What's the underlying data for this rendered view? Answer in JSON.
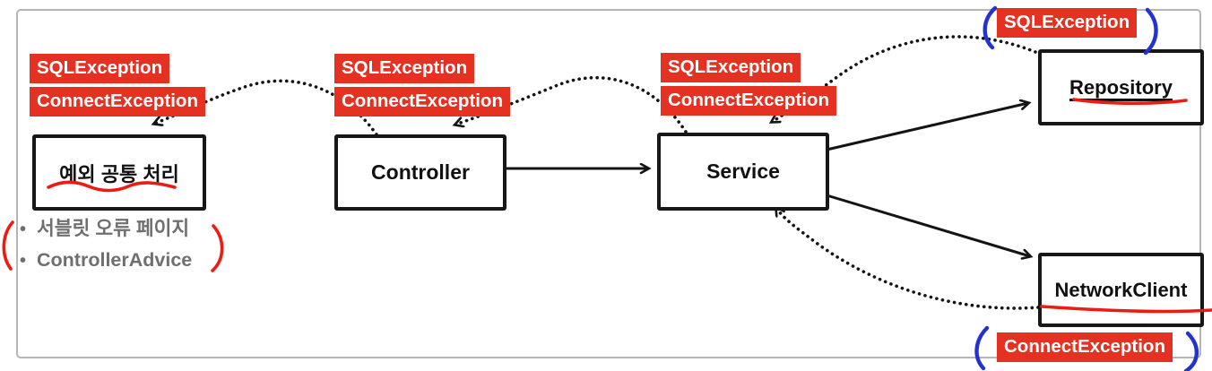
{
  "diagram": {
    "description": "Exception propagation diagram with hand-drawn annotations",
    "nodes": [
      {
        "id": "exception-common-handler",
        "label": "예외 공통 처리",
        "badges": [
          "SQLException",
          "ConnectException"
        ]
      },
      {
        "id": "controller",
        "label": "Controller",
        "badges": [
          "SQLException",
          "ConnectException"
        ]
      },
      {
        "id": "service",
        "label": "Service",
        "badges": [
          "SQLException",
          "ConnectException"
        ]
      },
      {
        "id": "repository",
        "label": "Repository",
        "badges": [
          "SQLException"
        ]
      },
      {
        "id": "network-client",
        "label": "NetworkClient",
        "badges": [
          "ConnectException"
        ]
      }
    ],
    "notes": {
      "bullet_glyph": "•",
      "items": [
        "서블릿 오류 페이지",
        "ControllerAdvice"
      ]
    },
    "edges": [
      {
        "from": "controller",
        "to": "service",
        "style": "solid-arrow"
      },
      {
        "from": "service",
        "to": "repository",
        "style": "solid-arrow"
      },
      {
        "from": "service",
        "to": "network-client",
        "style": "solid-arrow"
      },
      {
        "from": "repository",
        "to": "service",
        "style": "dotted-arrow",
        "meaning": "SQLException thrown upward"
      },
      {
        "from": "network-client",
        "to": "service",
        "style": "dotted-arrow",
        "meaning": "ConnectException thrown upward"
      },
      {
        "from": "service",
        "to": "controller",
        "style": "dotted-arrow",
        "meaning": "exceptions thrown upward"
      },
      {
        "from": "controller",
        "to": "exception-common-handler",
        "style": "dotted-arrow",
        "meaning": "exceptions thrown upward"
      }
    ],
    "annotations": {
      "red_underlines": [
        "예외 공통 처리",
        "Repository",
        "NetworkClient"
      ],
      "red_parentheses_around": "notes list",
      "blue_parentheses_around": [
        "SQLException (top right)",
        "ConnectException (bottom right)"
      ]
    },
    "colors": {
      "badge_bg": "#e53122",
      "badge_text": "#ffffff",
      "box_border": "#171717",
      "box_text": "#111111",
      "bullet_text": "#6f6f6f",
      "frame_border": "#b5b5b5",
      "annotation_red": "#ec1c14",
      "annotation_blue": "#2432cf",
      "arrow_black": "#141414"
    }
  }
}
